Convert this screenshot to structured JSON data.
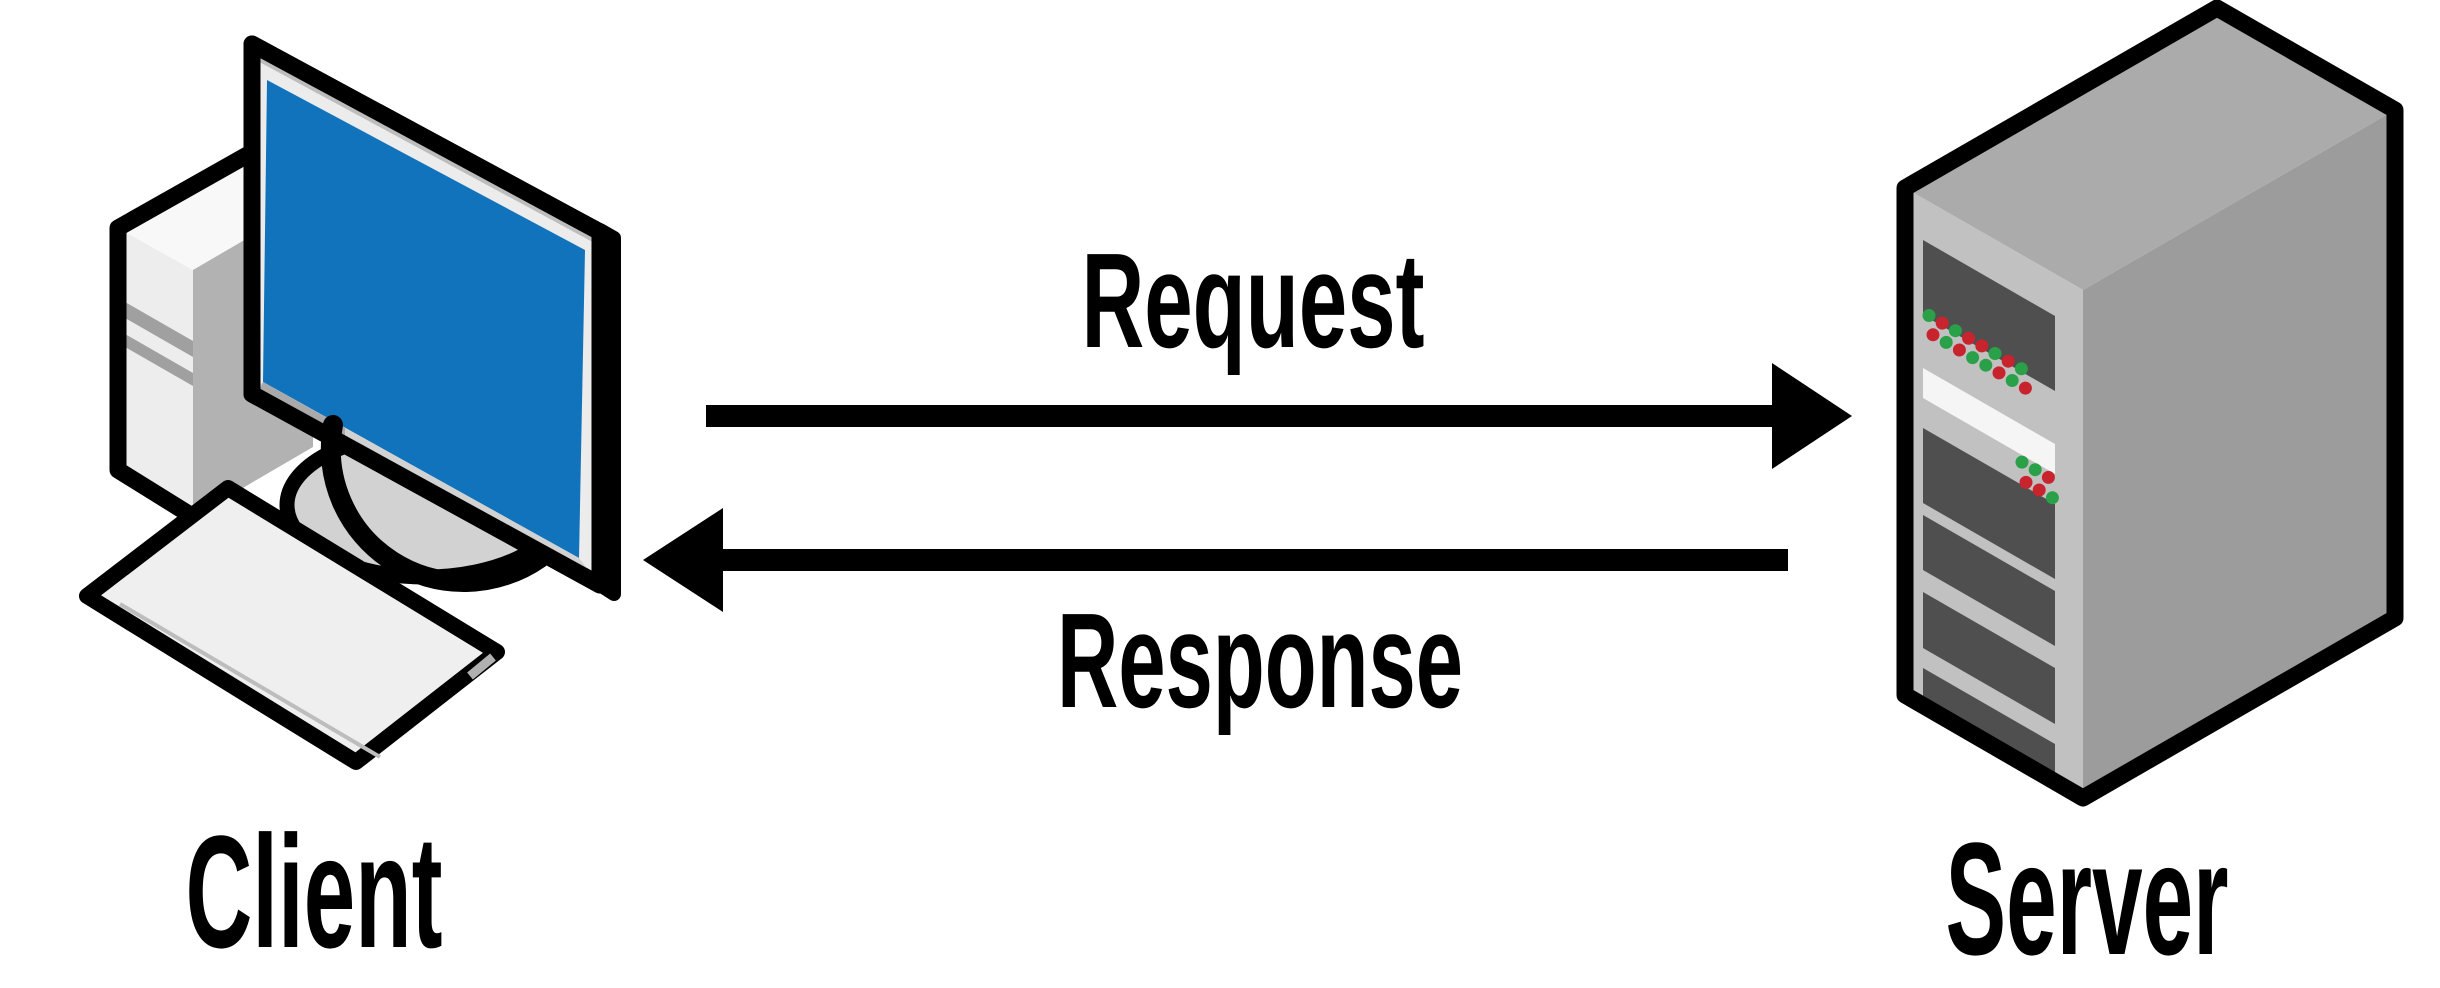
{
  "labels": {
    "client": "Client",
    "server": "Server",
    "request": "Request",
    "response": "Response"
  },
  "colors": {
    "screen": "#1273BD",
    "led_green": "#2AA148",
    "led_red": "#C8242E",
    "outline": "#000000"
  },
  "server_leds": {
    "top": [
      [
        "G",
        "R",
        "G",
        "R",
        "R",
        "G",
        "R",
        "G"
      ],
      [
        "R",
        "G",
        "R",
        "G",
        "G",
        "R",
        "G",
        "R"
      ]
    ],
    "lower": [
      [
        "G",
        "G",
        "R"
      ],
      [
        "R",
        "R",
        "G"
      ]
    ]
  }
}
